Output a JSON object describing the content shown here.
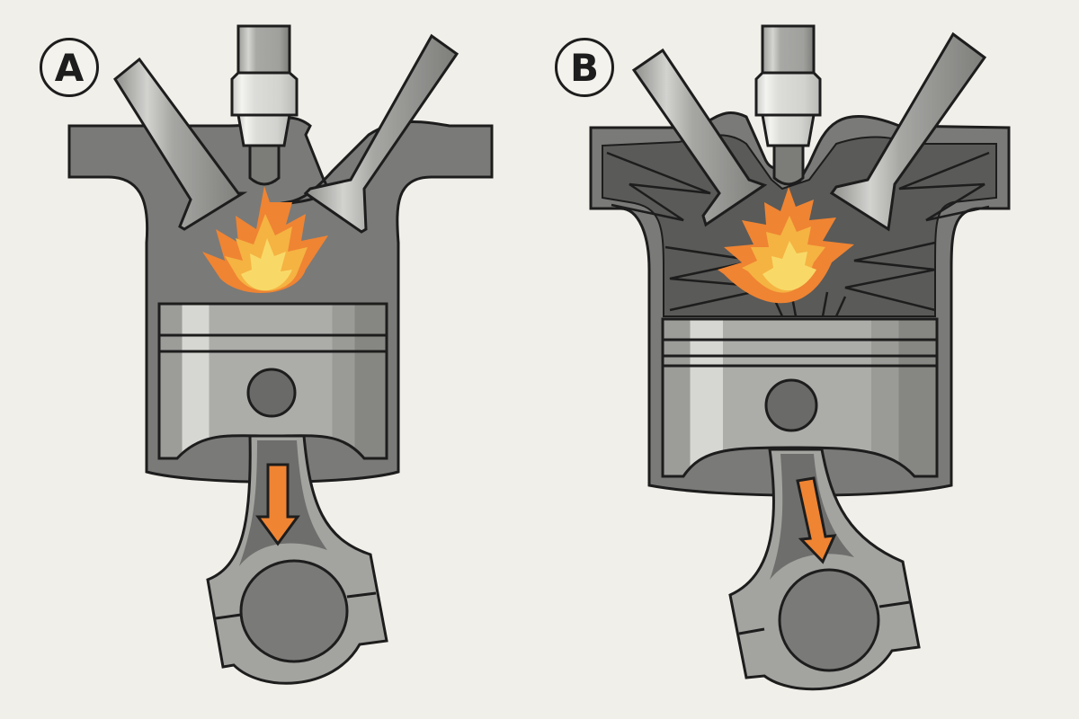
{
  "figure": {
    "panels": [
      {
        "id": "A",
        "label": "A",
        "description": "Cylinder with clear combustion chamber; flame ignited at spark plug; piston pushed down",
        "flame": "normal",
        "combustion_chamber": "clear",
        "force_arrow": "straight-down"
      },
      {
        "id": "B",
        "label": "B",
        "description": "Cylinder with combustion chamber filled with dark streaked deposits/turbulence; flame at center; piston pushed down at angle",
        "flame": "burst",
        "combustion_chamber": "filled-with-streaks",
        "force_arrow": "angled-down"
      }
    ]
  },
  "colors": {
    "background": "#f1efe9",
    "outline": "#1d1d1d",
    "cylinder": "#7a7a78",
    "cylinder_dark": "#5a5a58",
    "piston": "#a9a9a6",
    "piston_light": "#d6d6d3",
    "plug": "#d9d9d6",
    "flame_outer": "#ef8433",
    "flame_mid": "#f5b342",
    "flame_inner": "#f8d968",
    "arrow": "#ef8433"
  }
}
